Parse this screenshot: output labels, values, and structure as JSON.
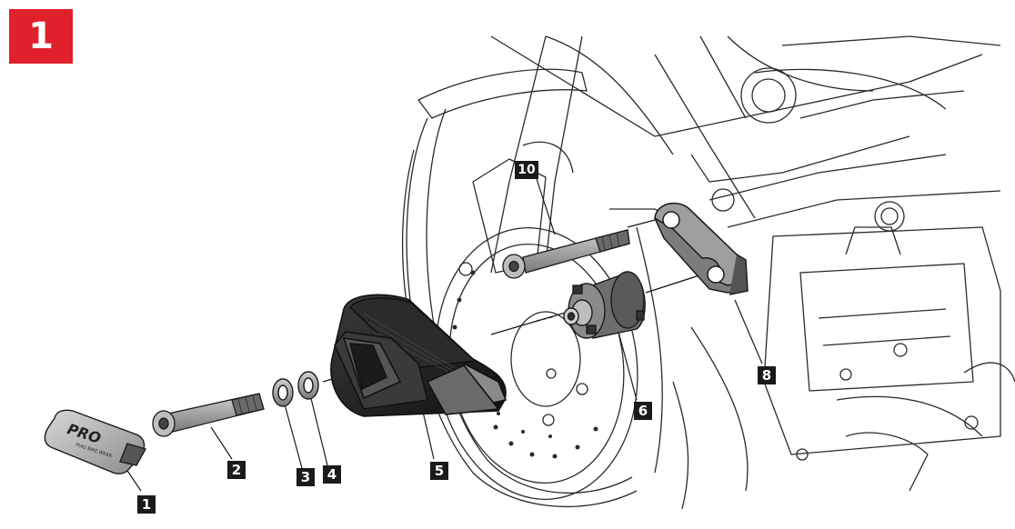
{
  "step": {
    "number": "1",
    "color": "#e0202b"
  },
  "callouts": [
    {
      "id": "c1",
      "label": "1",
      "part": "end-cap-cover"
    },
    {
      "id": "c2",
      "label": "2",
      "part": "long-bolt"
    },
    {
      "id": "c3",
      "label": "3",
      "part": "washer"
    },
    {
      "id": "c4",
      "label": "4",
      "part": "washer"
    },
    {
      "id": "c5",
      "label": "5",
      "part": "slider-puck"
    },
    {
      "id": "c6",
      "label": "6",
      "part": "spacer-adapter"
    },
    {
      "id": "c8",
      "label": "8",
      "part": "mounting-bracket"
    },
    {
      "id": "c10",
      "label": "10",
      "part": "bracket-bolt"
    }
  ],
  "cap_text": {
    "brand": "PRO",
    "sub": "PUIG BIKE WEAR"
  },
  "colors": {
    "line": "#1a1a1a",
    "part_dark": "#222222",
    "part_mid": "#555555",
    "part_light": "#9a9a9a",
    "label_bg": "#1a1a1a"
  }
}
